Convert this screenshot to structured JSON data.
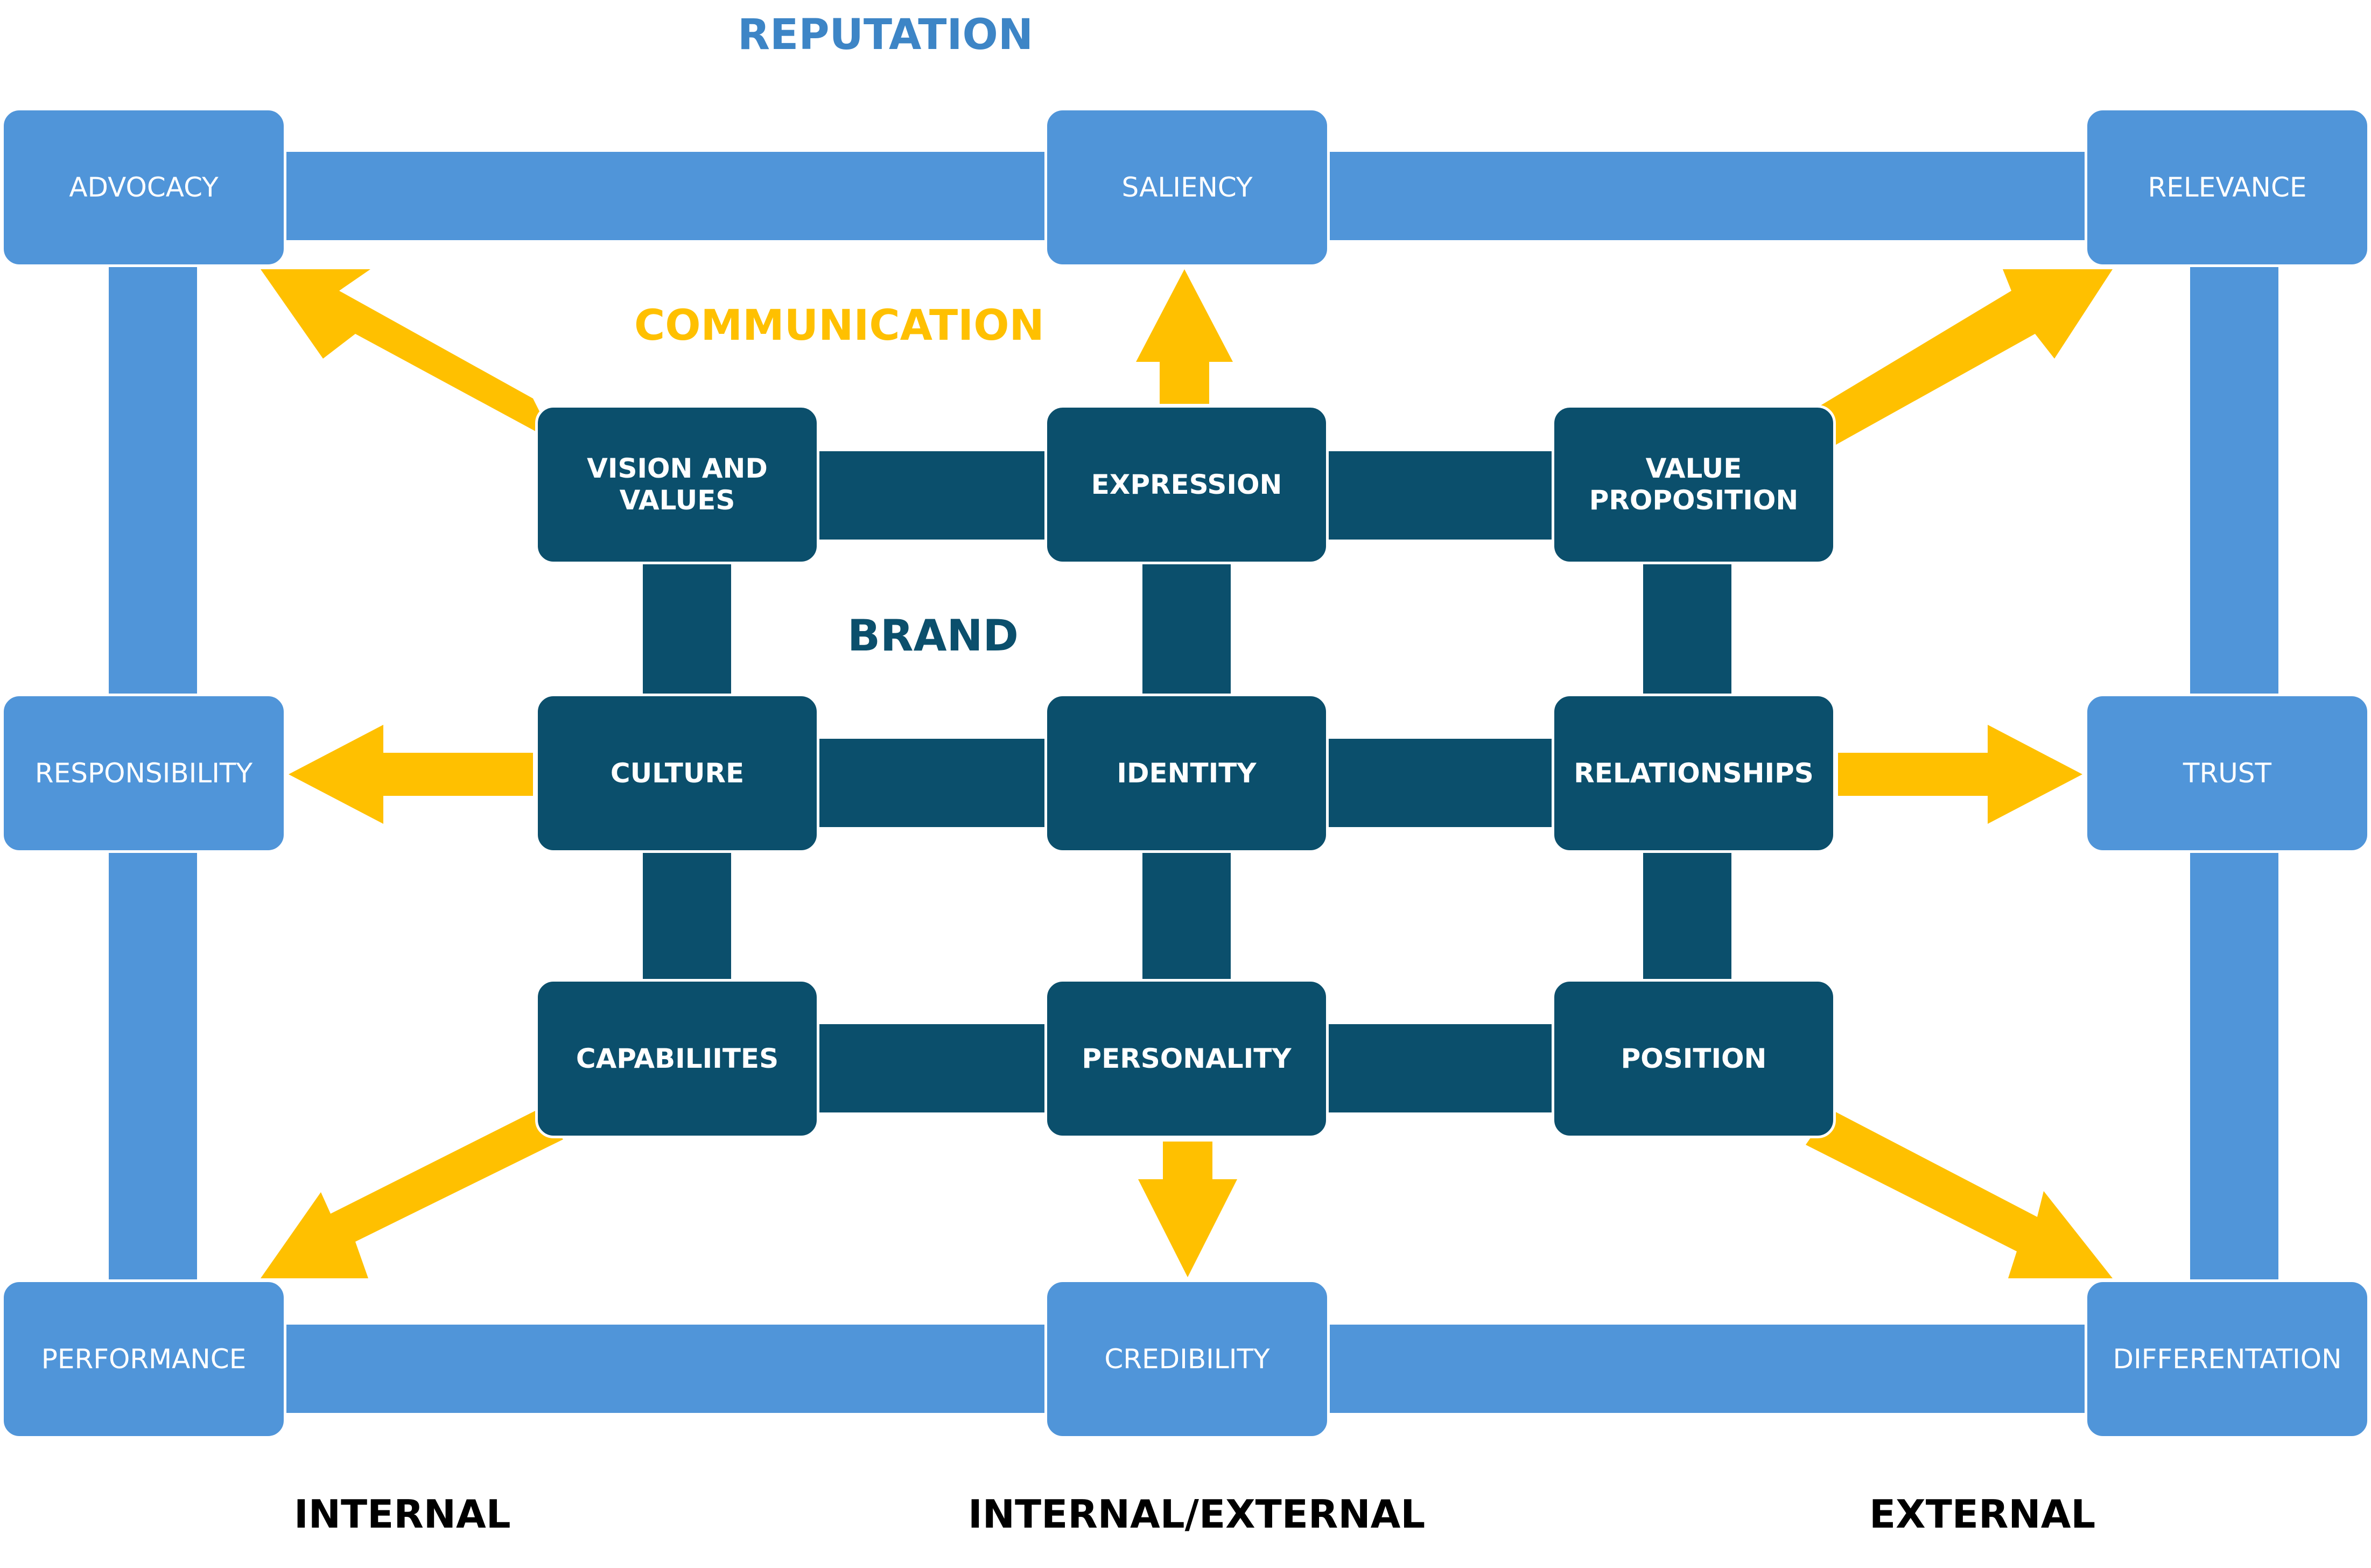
{
  "headings": {
    "reputation": "REPUTATION",
    "communication": "COMMUNICATION",
    "brand": "BRAND"
  },
  "reputation_nodes": {
    "advocacy": "ADVOCACY",
    "saliency": "SALIENCY",
    "relevance": "RELEVANCE",
    "responsibility": "RESPONSIBILITY",
    "trust": "TRUST",
    "performance": "PERFORMANCE",
    "credibility": "CREDIBILITY",
    "differentation": "DIFFERENTATION"
  },
  "brand_nodes": {
    "vision_values": "VISION AND\nVALUES",
    "expression": "EXPRESSION",
    "value_proposition": "VALUE\nPROPOSITION",
    "culture": "CULTURE",
    "identity": "IDENTITY",
    "relationships": "RELATIONSHIPS",
    "capabilities": "CAPABILIITES",
    "personality": "PERSONALITY",
    "position": "POSITION"
  },
  "footer": {
    "internal": "INTERNAL",
    "internal_external": "INTERNAL/EXTERNAL",
    "external": "EXTERNAL"
  },
  "colors": {
    "reputation_blue": "#5095d9",
    "brand_navy": "#0b4f6c",
    "communication_yellow": "#ffc000",
    "heading_blue": "#3d85c6",
    "footer_black": "#000000"
  }
}
